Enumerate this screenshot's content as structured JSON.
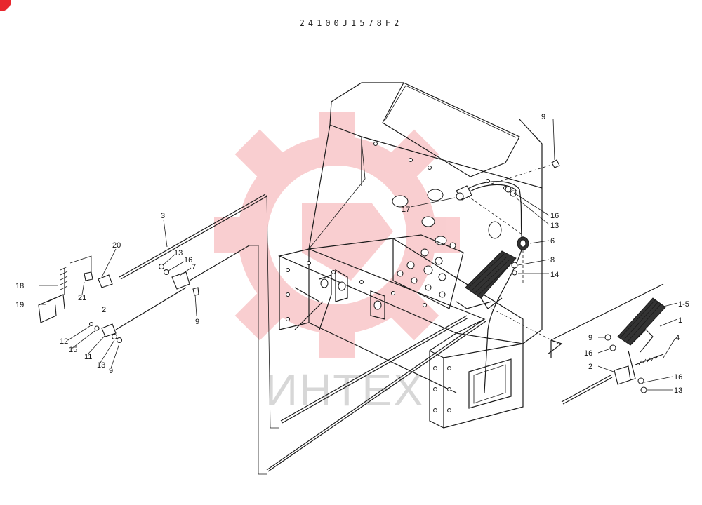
{
  "header": {
    "part_code": "24100J1578F2"
  },
  "watermark": {
    "text": "ИНТЕХ",
    "color": "#e8262d"
  },
  "callouts": {
    "c1": "1",
    "c1_5": "1-5",
    "c2_left": "2",
    "c2_right": "2",
    "c3": "3",
    "c4": "4",
    "c6": "6",
    "c7": "7",
    "c8": "8",
    "c9_top": "9",
    "c9_mid": "9",
    "c9_low": "9",
    "c9_right": "9",
    "c11": "11",
    "c12": "12",
    "c13_top": "13",
    "c13_mid": "13",
    "c13_low": "13",
    "c13_right": "13",
    "c14": "14",
    "c15": "15",
    "c16_top": "16",
    "c16_mid": "16",
    "c16_right_a": "16",
    "c16_right_b": "16",
    "c17": "17",
    "c18": "18",
    "c19": "19",
    "c20": "20",
    "c21": "21"
  }
}
